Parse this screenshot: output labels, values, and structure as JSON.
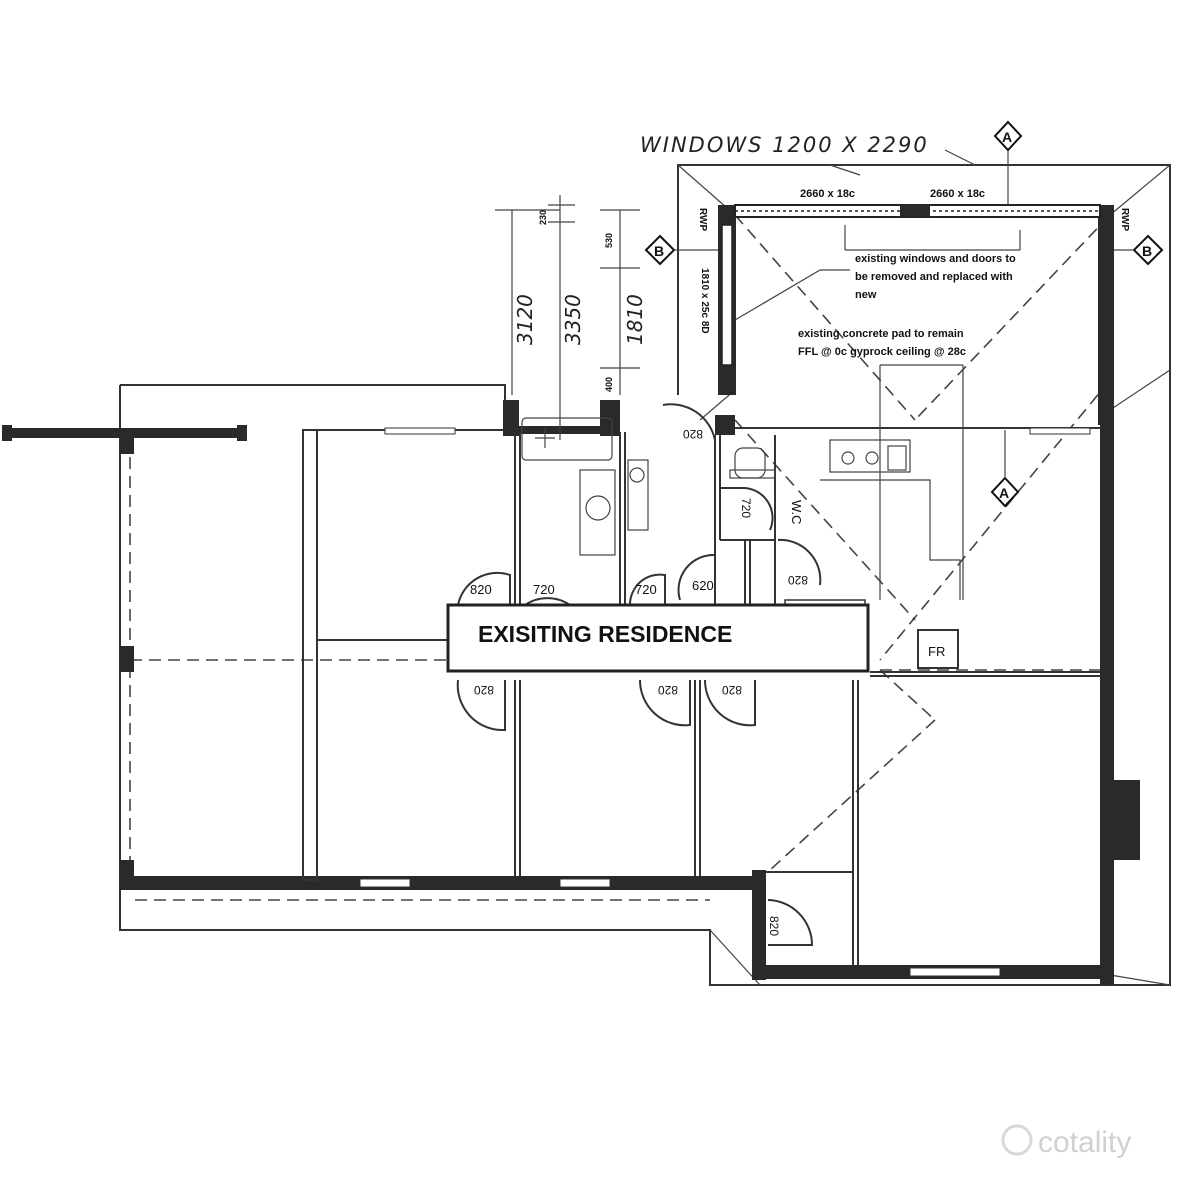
{
  "windows_note": "WINDOWS 1200 X 2290",
  "window_labels": [
    "2660 x 18c",
    "2660 x 18c",
    "1810 x 25c 8D"
  ],
  "dimensions": {
    "d3120": "3120",
    "d3350": "3350",
    "d1810": "1810",
    "d230": "230",
    "d530": "530",
    "d400": "400"
  },
  "notes": {
    "existing_windows": [
      "existing windows and doors to",
      "be removed and replaced with",
      "new"
    ],
    "concrete_pad": [
      "existing concrete pad to remain",
      "FFL @ 0c  gyprock ceiling @ 28c"
    ]
  },
  "section_markers": {
    "a_top": "A",
    "a_mid": "A",
    "b_left": "B",
    "b_right": "B"
  },
  "rwp_labels": [
    "RWP",
    "RWP"
  ],
  "room_label": "EXISITING RESIDENCE",
  "fr_label": "FR",
  "wc_label": "W.C",
  "doors": {
    "d820_top_left": "820",
    "d720_a": "720",
    "d720_b": "720",
    "d620": "620",
    "d820_bath": "820",
    "d720_wc": "720",
    "d820_kitchen": "820",
    "d820_bed1": "820",
    "d820_bed2": "820",
    "d820_bed3": "820",
    "d820_laundry": "820"
  },
  "watermark": "cotality",
  "colors": {
    "ink": "#2a2a2a",
    "paper": "#ffffff",
    "watermark": "#d0d0d0"
  }
}
